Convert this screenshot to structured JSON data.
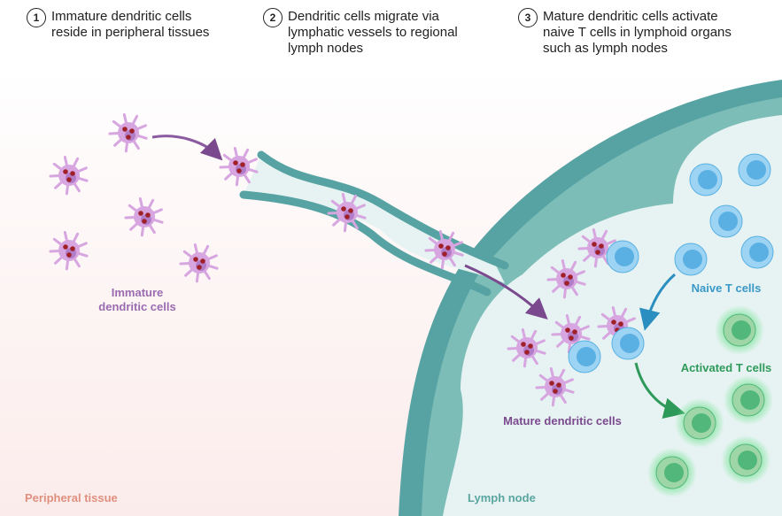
{
  "steps": [
    {
      "number": "1",
      "text": "Immature dendritic cells\nreside in peripheral tissues"
    },
    {
      "number": "2",
      "text": "Dendritic cells migrate via\nlymphatic vessels to regional\nlymph nodes"
    },
    {
      "number": "3",
      "text": "Mature dendritic cells activate\nnaive T cells in lymphoid organs\nsuch as lymph nodes"
    }
  ],
  "labels": {
    "immature": "Immature\ndendritic cells",
    "mature": "Mature dendritic cells",
    "naive": "Naive T cells",
    "activated": "Activated T cells",
    "peripheral": "Peripheral tissue",
    "lymph_node": "Lymph node"
  },
  "colors": {
    "dendritic": "#d7a6e0",
    "granule": "#a0202a",
    "vessel": "#57a3a3",
    "vessel_light": "#7dbdb8",
    "lymph_bg": "#e6f3f2",
    "naive": "#5ab0e3",
    "activated": "#52b77a",
    "immature_label": "#9a6bb0",
    "mature_label": "#7b4a8e",
    "naive_label": "#3a98c8",
    "activated_label": "#2e9a5a",
    "peripheral_label": "#e0907f",
    "lymph_label": "#5aa5a0"
  }
}
